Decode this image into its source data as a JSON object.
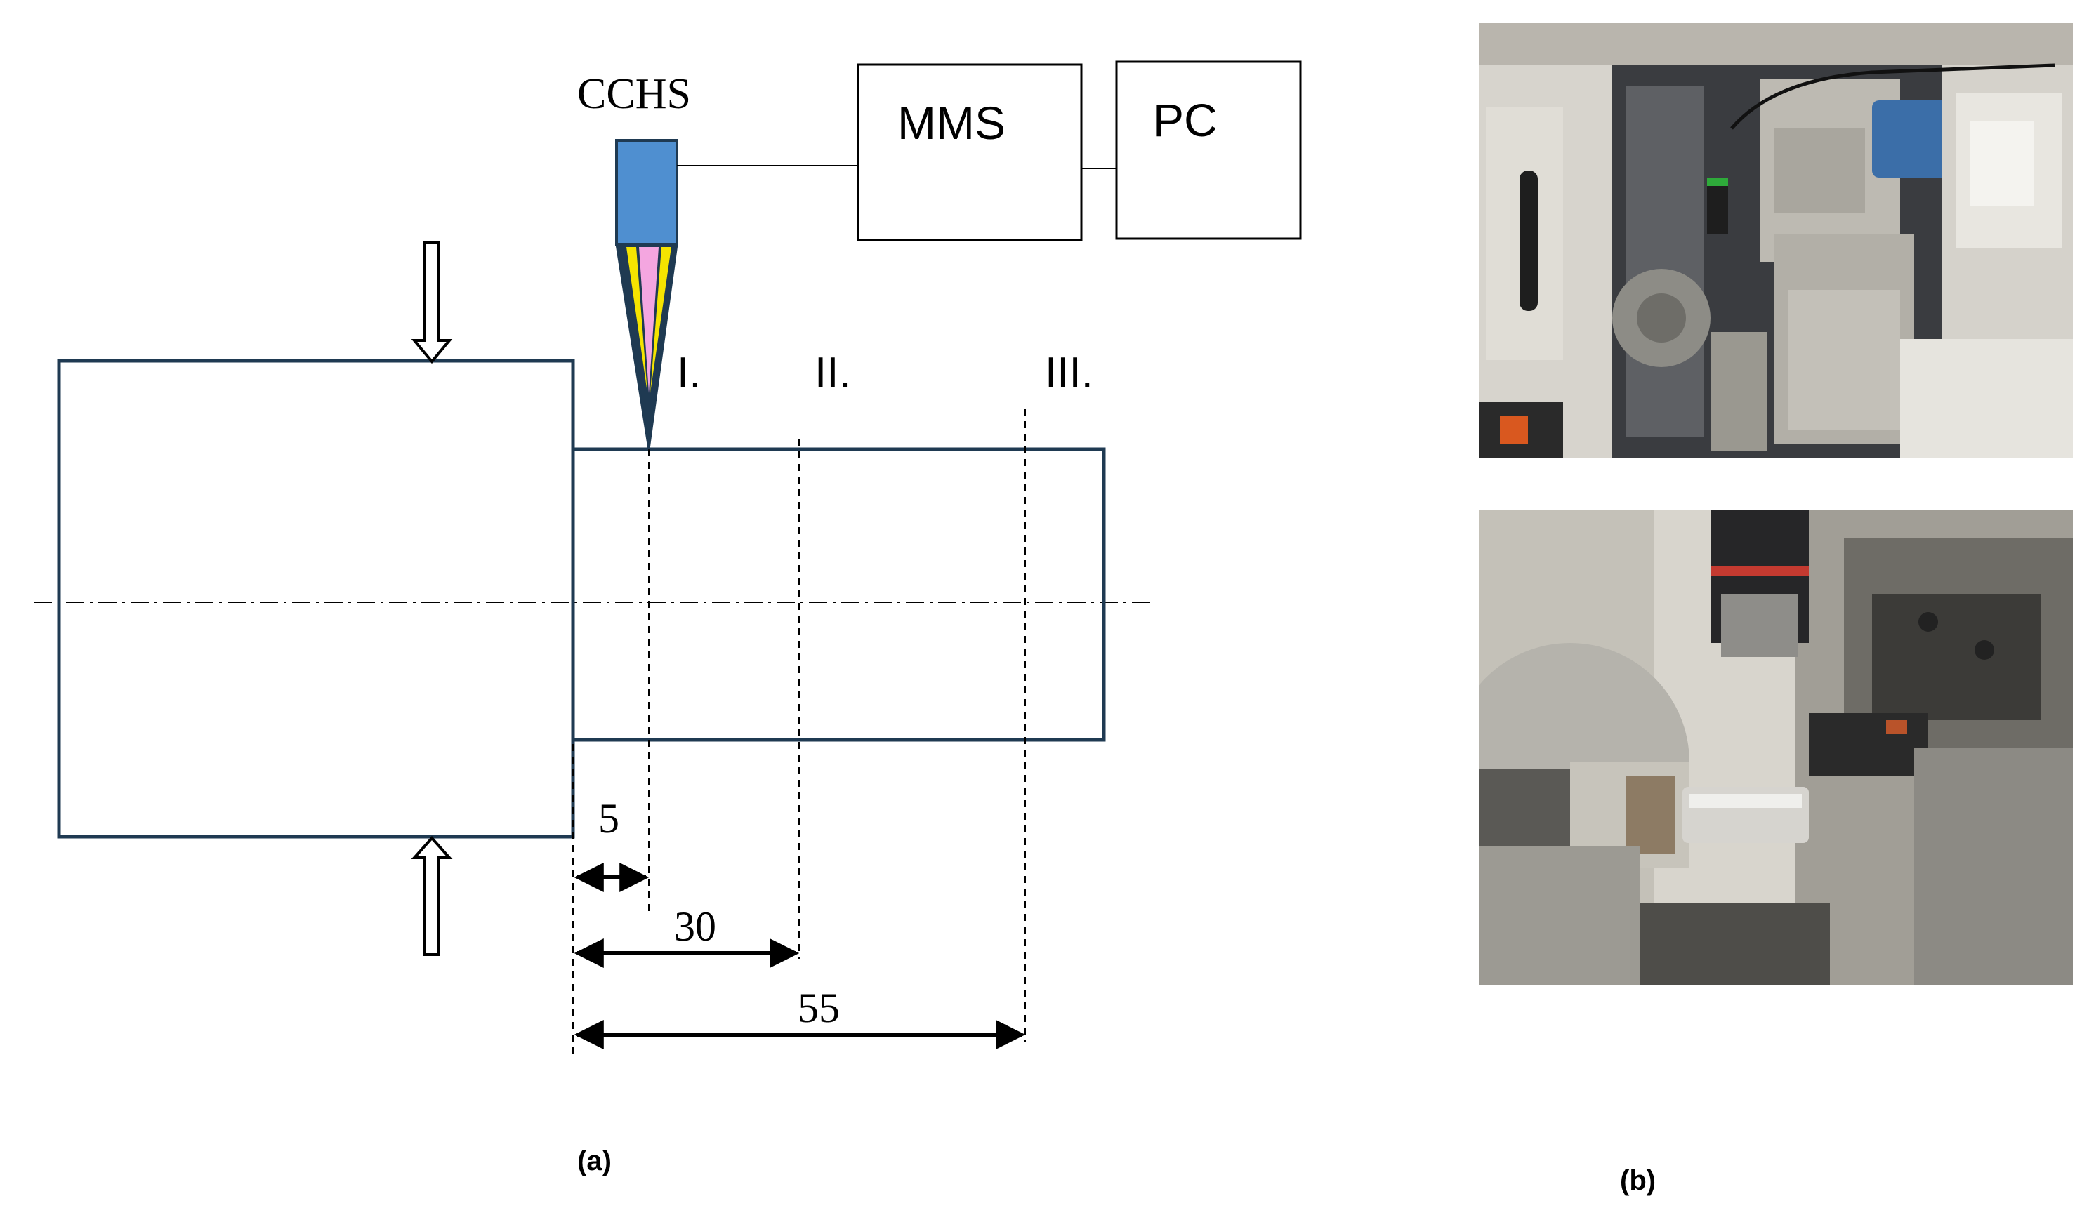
{
  "diagram": {
    "sensor_label": "CCHS",
    "box_labels": [
      "MMS",
      "PC"
    ],
    "section_labels": [
      "I.",
      "II.",
      "III."
    ],
    "dimension_labels": [
      "5",
      "30",
      "55"
    ]
  },
  "captions": {
    "a": "(a)",
    "b": "(b)"
  },
  "colors": {
    "outline": "#1f3a52",
    "sensor_body": "#4f8fd0",
    "beam_yellow": "#f5e400",
    "beam_pink": "#f4a6e0"
  }
}
